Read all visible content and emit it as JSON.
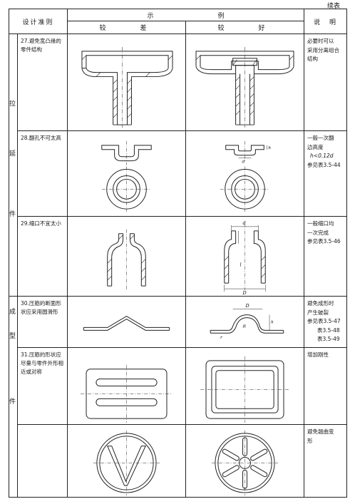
{
  "continued": "续表",
  "header": {
    "design_rule": "设计准则",
    "example": "示　　　　　　　　　　例",
    "bad": "较　　差",
    "good": "较　　好",
    "note": "说　明"
  },
  "categories": [
    "拉",
    "延",
    "件",
    "成",
    "型",
    "件"
  ],
  "rows": [
    {
      "rule": "27.避免宽凸缘的零件结构",
      "note": [
        "必要时可以",
        "采用分离组合",
        "结构"
      ]
    },
    {
      "rule": "28.翻孔不可太高",
      "note": [
        "一般一次翻",
        "边高度",
        "h<0.12d",
        "参见表3.5-44"
      ]
    },
    {
      "rule": "29.缩口不宜太小",
      "note": [
        "一般缩口均",
        "一次完成",
        "参见表3.5-46"
      ]
    },
    {
      "rule": "30.压筋的断面形状应采用圆滑形",
      "note": [
        "避免成形时",
        "产生破裂",
        "参见表3.5-47",
        "表3.5-48",
        "表3.5-49"
      ]
    },
    {
      "rule": "31.压筋的形状应尽量与零件外形相近或对称",
      "note": [
        "增加刚性"
      ]
    },
    {
      "rule": "",
      "note": [
        "避免翘曲变",
        "形"
      ]
    }
  ],
  "dim_labels": {
    "h": "h",
    "d": "d",
    "D": "D",
    "l": "l",
    "R": "R",
    "r": "r"
  }
}
